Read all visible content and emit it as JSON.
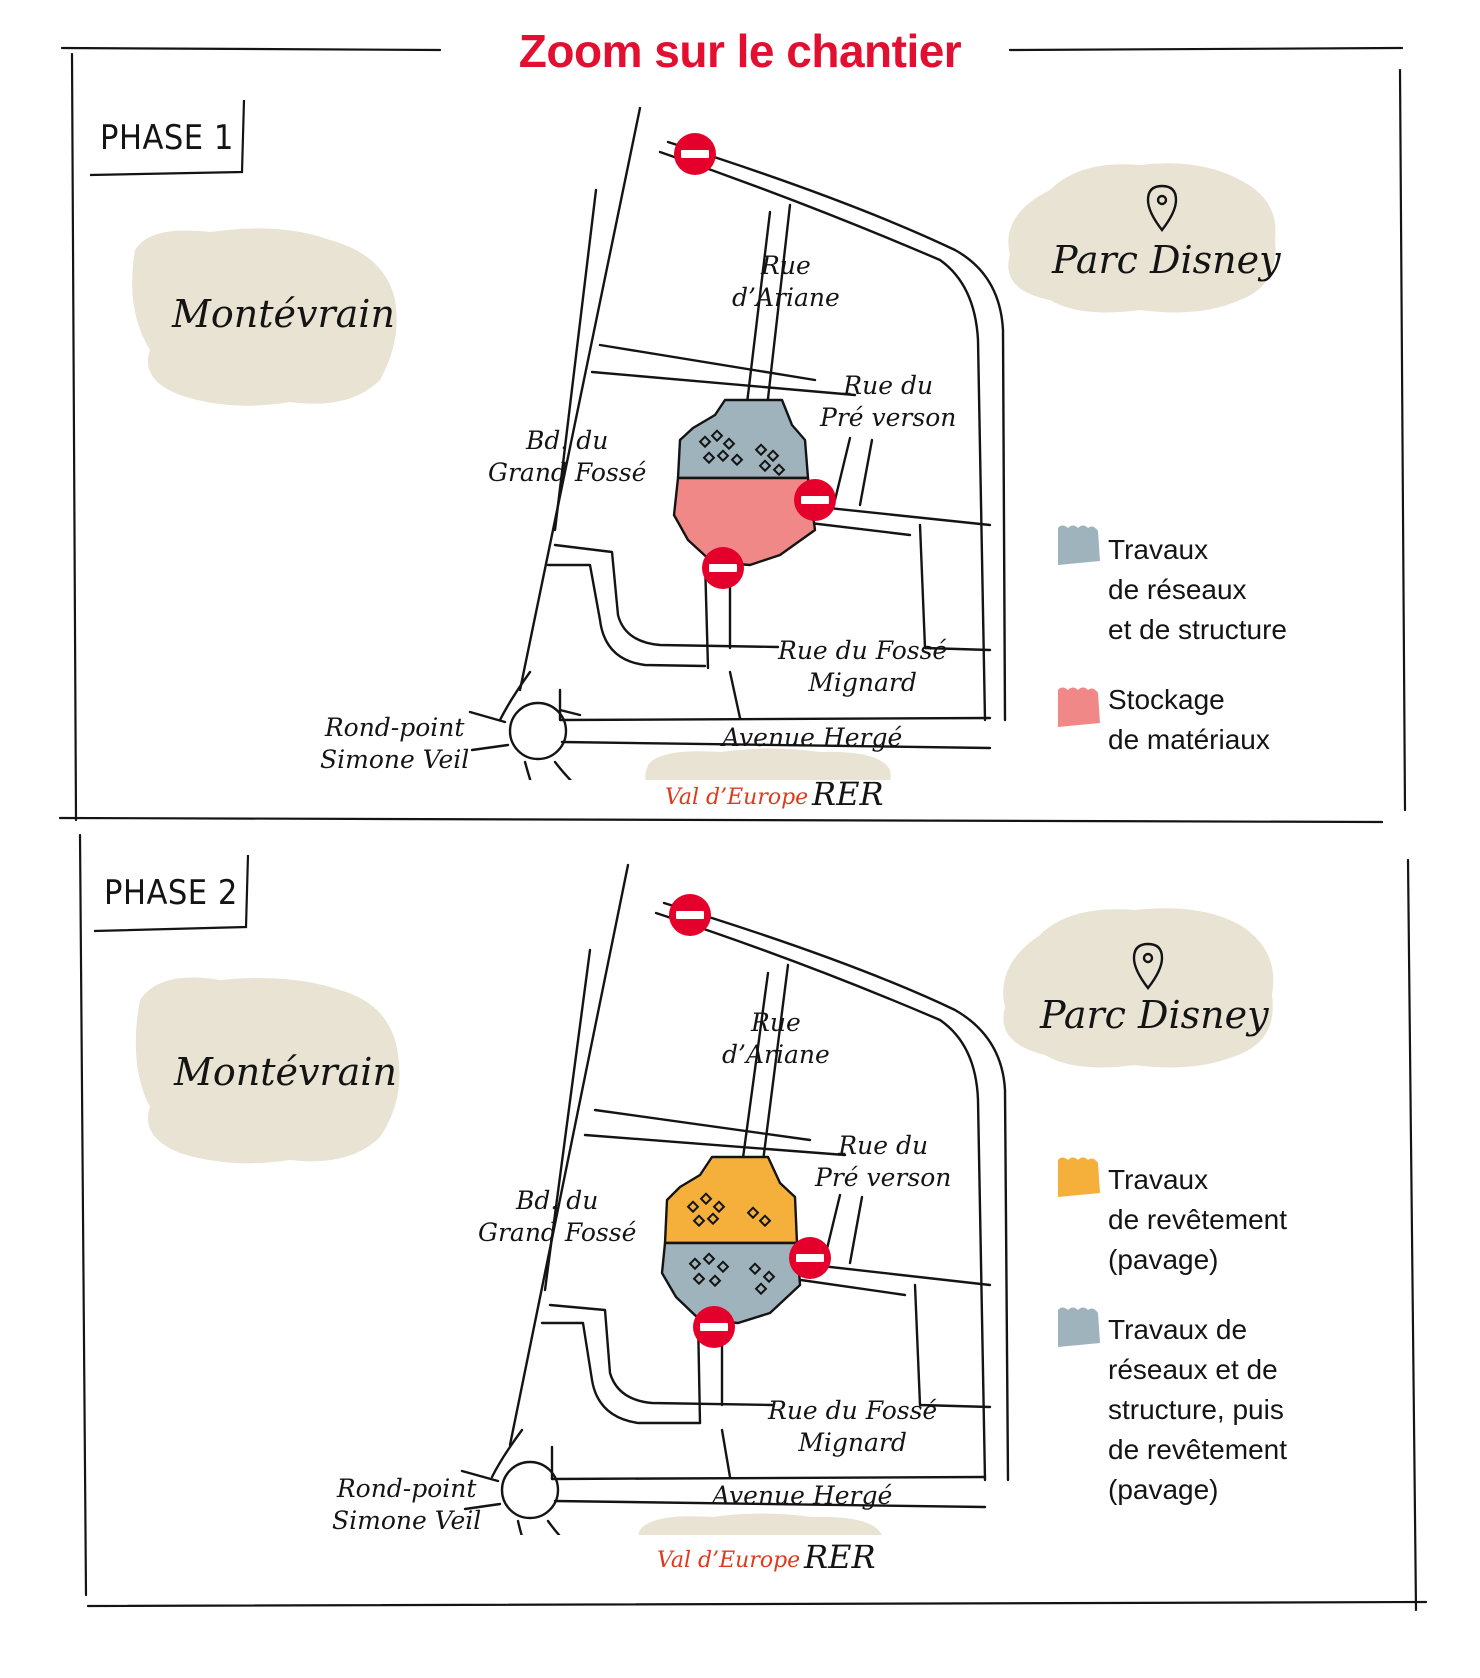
{
  "title": "Zoom sur le chantier",
  "colors": {
    "title": "#e30f30",
    "blob_beige": "#e8e3d3",
    "network_works": "#9fb3bd",
    "storage": "#f08888",
    "paving": "#f5b03c",
    "no_entry": "#e4002b",
    "rer_text": "#e03a1c"
  },
  "phases": [
    {
      "label": "PHASE 1",
      "town": "Montévrain",
      "park": "Parc Disney",
      "park_icon": "map-pin-icon",
      "streets": {
        "rue_ariane": [
          "Rue",
          "d’Ariane"
        ],
        "rue_pre_verson": [
          "Rue du",
          "Pré verson"
        ],
        "bd_grand_fosse": [
          "Bd. du",
          "Grand Fossé"
        ],
        "rue_fosse_mignard": [
          "Rue du Fossé",
          "Mignard"
        ],
        "rond_point": [
          "Rond-point",
          "Simone Veil"
        ],
        "avenue_herge": "Avenue Hergé"
      },
      "rer": {
        "station": "Val d’Europe",
        "mark": "RER"
      },
      "site": {
        "upper_zone": "network_works",
        "lower_zone": "storage"
      },
      "legend": [
        {
          "color": "network_works",
          "text": "Travaux\nde réseaux\net de structure"
        },
        {
          "color": "storage",
          "text": "Stockage\nde matériaux"
        }
      ]
    },
    {
      "label": "PHASE 2",
      "town": "Montévrain",
      "park": "Parc Disney",
      "park_icon": "map-pin-icon",
      "streets": {
        "rue_ariane": [
          "Rue",
          "d’Ariane"
        ],
        "rue_pre_verson": [
          "Rue du",
          "Pré verson"
        ],
        "bd_grand_fosse": [
          "Bd. du",
          "Grand Fossé"
        ],
        "rue_fosse_mignard": [
          "Rue du Fossé",
          "Mignard"
        ],
        "rond_point": [
          "Rond-point",
          "Simone Veil"
        ],
        "avenue_herge": "Avenue Hergé"
      },
      "rer": {
        "station": "Val d’Europe",
        "mark": "RER"
      },
      "site": {
        "upper_zone": "paving",
        "lower_zone": "network_works"
      },
      "legend": [
        {
          "color": "paving",
          "text": "Travaux\nde revêtement\n(pavage)"
        },
        {
          "color": "network_works",
          "text": "Travaux de\nréseaux et de\nstructure, puis\nde revêtement\n(pavage)"
        }
      ]
    }
  ]
}
